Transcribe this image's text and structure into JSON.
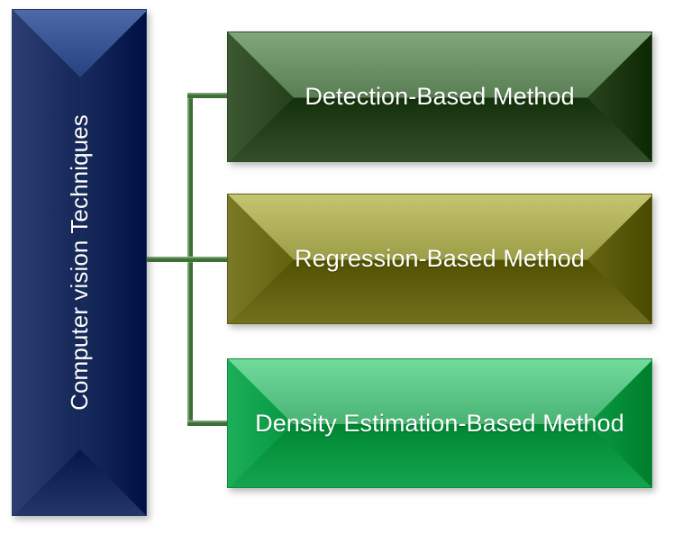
{
  "diagram": {
    "type": "hierarchy-tree",
    "orientation": "left-root-to-right-children",
    "background_color": "#ffffff",
    "connector_color": "#3c7034",
    "root": {
      "label": "Computer vision Techniques",
      "text_color": "#ffffff",
      "fill_color": "#1f3163",
      "fill_highlight": "#3b5796",
      "border_color": "#243a63",
      "text_orientation": "vertical-bottom-to-top"
    },
    "children": [
      {
        "label": "Detection-Based Method",
        "text_color": "#ffffff",
        "fill_color": "#2e4a24",
        "fill_highlight": "#70946a",
        "border_color": "#2f4a23"
      },
      {
        "label": "Regression-Based Method",
        "text_color": "#ffffff",
        "fill_color": "#6b6b18",
        "fill_highlight": "#b2b35c",
        "border_color": "#5d5f17"
      },
      {
        "label": "Density Estimation-Based Method",
        "text_color": "#ffffff",
        "fill_color": "#0fa04b",
        "fill_highlight": "#5fc98a",
        "border_color": "#118a42"
      }
    ],
    "connectors": [
      {
        "name": "trunk",
        "kind": "vertical"
      },
      {
        "name": "branch-to-detection",
        "kind": "horizontal"
      },
      {
        "name": "branch-to-regression",
        "kind": "horizontal"
      },
      {
        "name": "branch-to-density",
        "kind": "horizontal"
      }
    ]
  }
}
